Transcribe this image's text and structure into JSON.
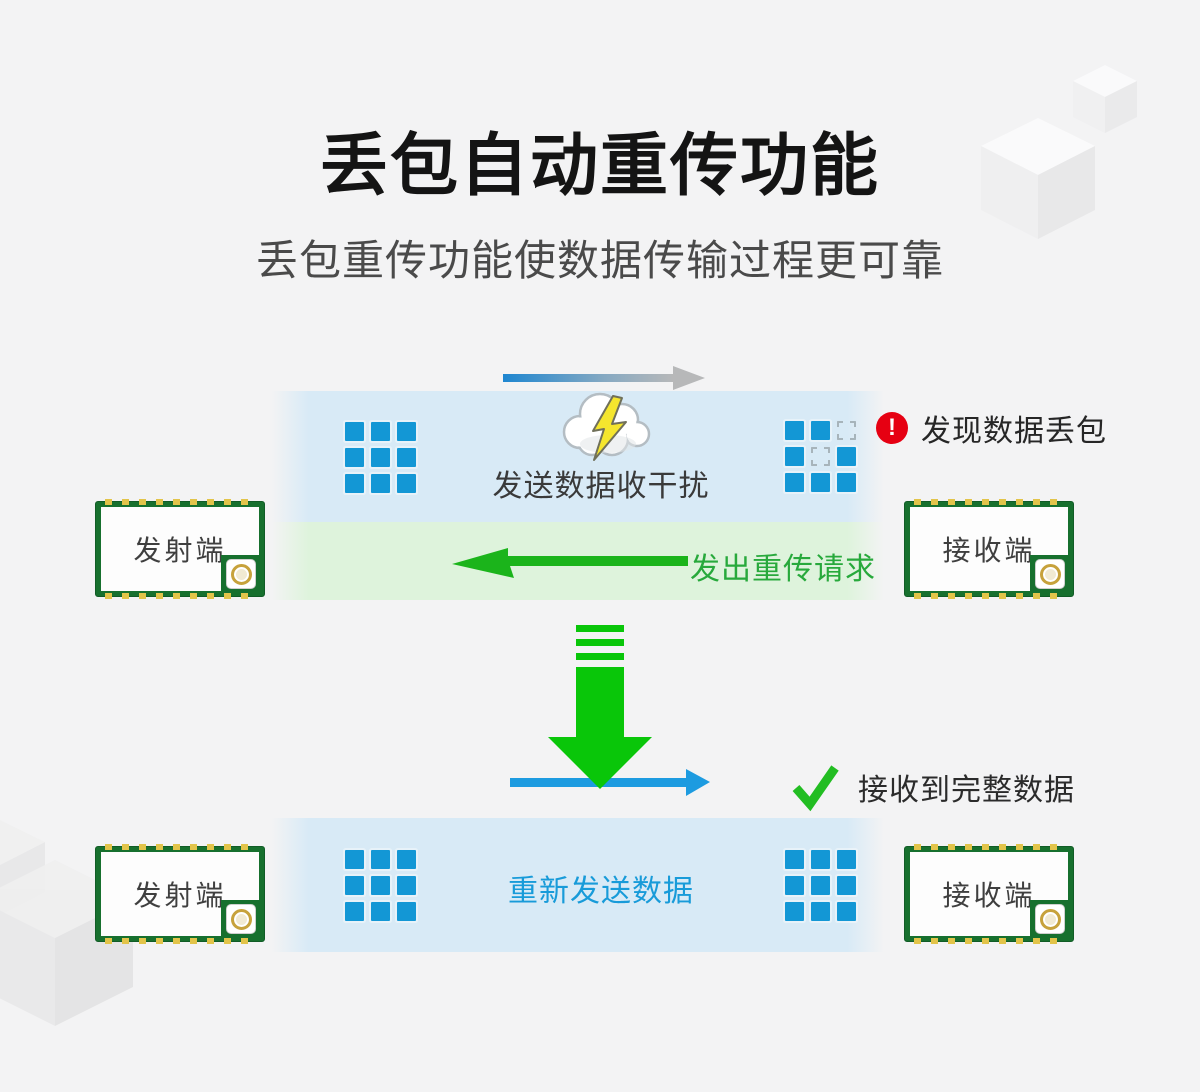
{
  "header": {
    "title": "丢包自动重传功能",
    "subtitle": "丢包重传功能使数据传输过程更可靠"
  },
  "modules": {
    "transmitter_label": "发射端",
    "receiver_label": "接收端"
  },
  "top_flow": {
    "interference_label": "发送数据收干扰",
    "alert_icon_glyph": "!",
    "alert_label": "发现数据丢包",
    "retry_label": "发出重传请求"
  },
  "bottom_flow": {
    "received_label": "接收到完整数据",
    "resend_label": "重新发送数据"
  },
  "grids": {
    "tx_top": [
      1,
      1,
      1,
      1,
      1,
      1,
      1,
      1,
      1
    ],
    "rx_top": [
      1,
      1,
      0,
      1,
      0,
      1,
      1,
      1,
      1
    ],
    "tx_bottom": [
      1,
      1,
      1,
      1,
      1,
      1,
      1,
      1,
      1
    ],
    "rx_bottom": [
      1,
      1,
      1,
      1,
      1,
      1,
      1,
      1,
      1
    ]
  },
  "colors": {
    "grid-blue": "#1397d5",
    "band-blue": "#d8eaf6",
    "band-green": "#def3dc",
    "arrow-green": "#1bb41b",
    "down-arrow-green": "#09c609",
    "arrow-blue": "#1d9be0",
    "check-green": "#22bd22",
    "alert-red": "#e60012",
    "blue-text": "#189bd9",
    "green-text": "#28a93c",
    "pcb-green": "#17702e",
    "pin-gold": "#e2c44a"
  }
}
